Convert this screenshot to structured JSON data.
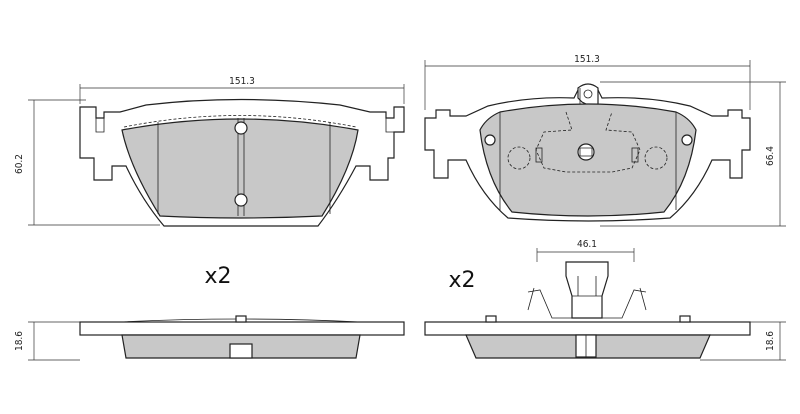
{
  "dimensions": {
    "left_width": "151.3",
    "left_height": "60.2",
    "right_width": "151.3",
    "right_height": "66.4",
    "clip_width": "46.1",
    "left_thickness": "18.6",
    "right_thickness": "18.6"
  },
  "quantities": {
    "left": "x2",
    "right": "x2"
  }
}
